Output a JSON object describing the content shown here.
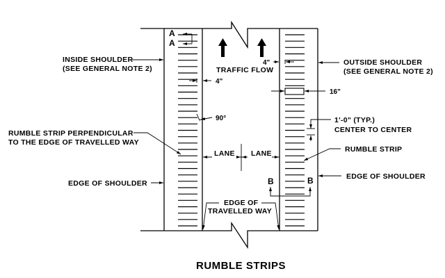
{
  "title": "RUMBLE STRIPS",
  "labels": {
    "inside_shoulder_1": "INSIDE SHOULDER",
    "inside_shoulder_2": "(SEE GENERAL NOTE 2)",
    "outside_shoulder_1": "OUTSIDE SHOULDER",
    "outside_shoulder_2": "(SEE GENERAL NOTE 2)",
    "traffic_flow": "TRAFFIC FLOW",
    "dim_4_left": "4\"",
    "dim_4_right": "4\"",
    "dim_16": "16\"",
    "angle_90": "90°",
    "spacing_1": "1'-0\" (TYP.)",
    "spacing_2": "CENTER TO CENTER",
    "perp_1": "RUMBLE STRIP PERPENDICULAR",
    "perp_2": "TO THE EDGE OF TRAVELLED WAY",
    "rumble_strip": "RUMBLE STRIP",
    "lane_left": "LANE",
    "lane_right": "LANE",
    "edge_shoulder_left": "EDGE OF SHOULDER",
    "edge_shoulder_right": "EDGE OF SHOULDER",
    "edge_tw_1": "EDGE OF",
    "edge_tw_2": "TRAVELLED WAY",
    "section_a_top": "A",
    "section_a_bottom": "A",
    "section_b_left": "B",
    "section_b_right": "B"
  },
  "strips": {
    "left_count": 31,
    "right_count": 31,
    "spacing": "1'-0\" center to center",
    "strip_width": "16\"",
    "offset_from_edge": "4\""
  }
}
